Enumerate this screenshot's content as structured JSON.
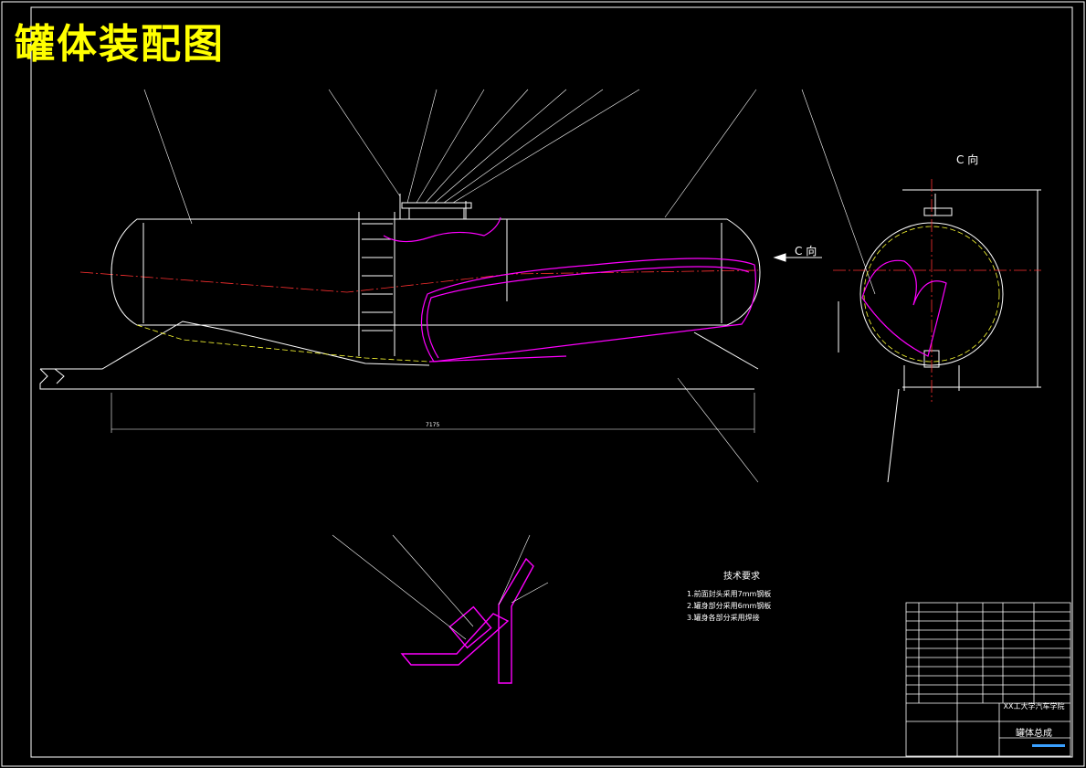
{
  "title": "罐体装配图",
  "view_label": "C 向",
  "direction_label": "C 向",
  "overall_dimension": "7175",
  "tech_requirements": {
    "heading": "技术要求",
    "items": [
      "1.前面封头采用7mm钢板",
      "2.罐身部分采用6mm钢板",
      "3.罐身各部分采用焊接"
    ]
  },
  "title_block": {
    "school": "XX工大学汽车学院",
    "drawing_name": "罐体总成"
  },
  "colors": {
    "background": "#000000",
    "lines": "#ffffff",
    "tank_profile": "#ff00ff",
    "center_line": "#ff3030",
    "title": "#ffff00",
    "hidden_line": "#ffff33"
  }
}
